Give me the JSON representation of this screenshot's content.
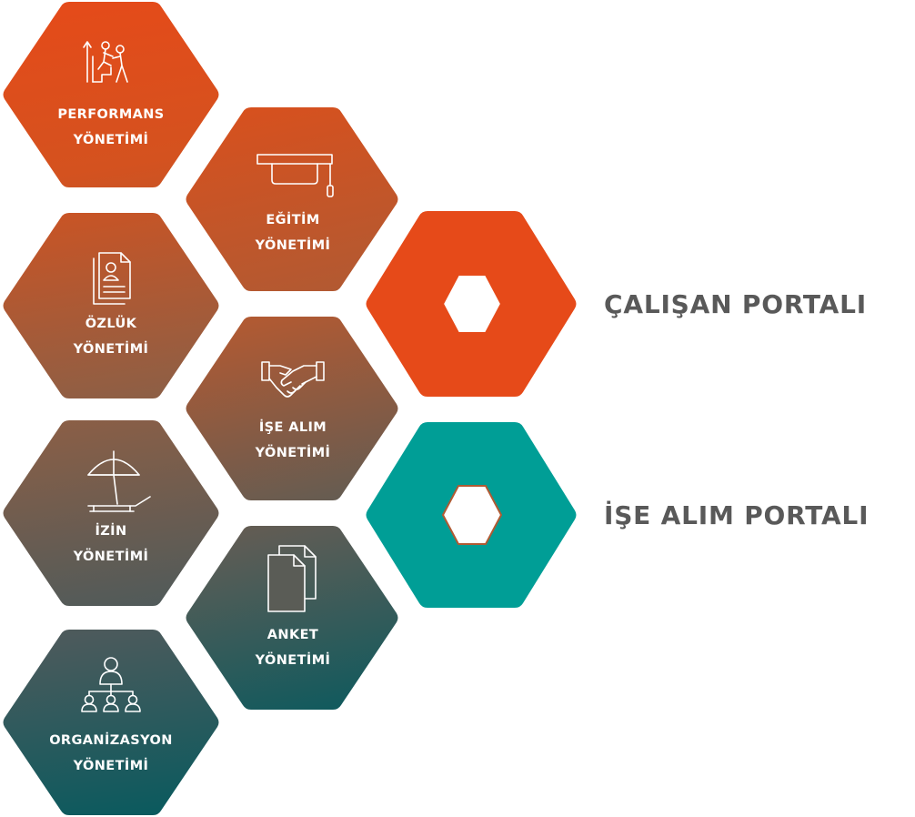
{
  "modules": [
    {
      "id": "performans",
      "icon": "mentoring-climb-icon",
      "line1": "PERFORMANS",
      "line2": "YÖNETİMİ"
    },
    {
      "id": "egitim",
      "icon": "graduation-cap-icon",
      "line1": "EĞİTİM",
      "line2": "YÖNETİMİ"
    },
    {
      "id": "ozluk",
      "icon": "resume-document-icon",
      "line1": "ÖZLÜK",
      "line2": "YÖNETİMİ"
    },
    {
      "id": "ise-alim",
      "icon": "handshake-icon",
      "line1": "İŞE ALIM",
      "line2": "YÖNETİMİ"
    },
    {
      "id": "izin",
      "icon": "beach-umbrella-icon",
      "line1": "İZİN",
      "line2": "YÖNETİMİ"
    },
    {
      "id": "anket",
      "icon": "survey-documents-icon",
      "line1": "ANKET",
      "line2": "YÖNETİMİ"
    },
    {
      "id": "organizasyon",
      "icon": "org-chart-icon",
      "line1": "ORGANİZASYON",
      "line2": "YÖNETİMİ"
    }
  ],
  "portals": [
    {
      "id": "calisan",
      "label": "ÇALIŞAN PORTALI",
      "color": "#E64A19"
    },
    {
      "id": "ise-alim",
      "label": "İŞE ALIM PORTALI",
      "color": "#009E96"
    }
  ],
  "colors": {
    "orange": "#E64A19",
    "teal": "#009E96",
    "slate": "#4A5A5C",
    "deep_teal": "#0B5A5E",
    "title_gray": "#595959"
  }
}
